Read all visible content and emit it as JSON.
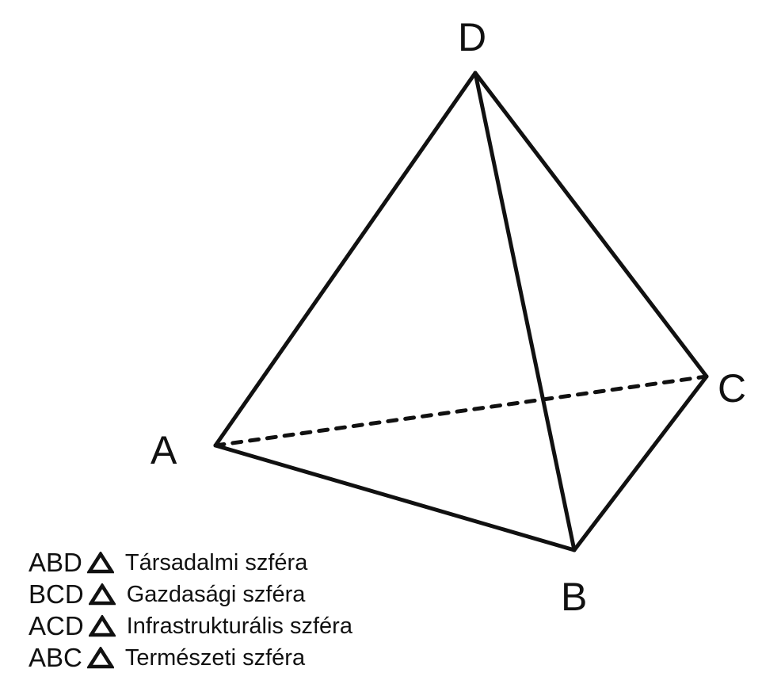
{
  "diagram": {
    "type": "tetrahedron",
    "edge_color": "#111111",
    "vertices": {
      "A": "A",
      "B": "B",
      "C": "C",
      "D": "D"
    },
    "hidden_edge": "AC"
  },
  "legend": {
    "triangle_icon": "triangle-icon",
    "items": [
      {
        "code": "ABD",
        "label": "Társadalmi szféra"
      },
      {
        "code": "BCD",
        "label": "Gazdasági szféra"
      },
      {
        "code": "ACD",
        "label": "Infrastrukturális szféra"
      },
      {
        "code": "ABC",
        "label": "Természeti szféra"
      }
    ]
  }
}
